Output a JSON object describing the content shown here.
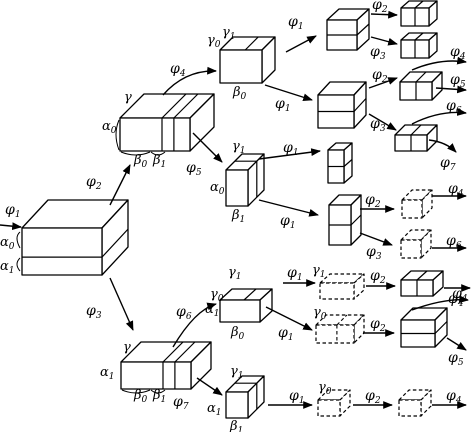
{
  "labels": {
    "phi1": "φ1",
    "phi2": "φ2",
    "phi3": "φ3",
    "phi4": "φ4",
    "phi5": "φ5",
    "phi6": "φ6",
    "phi7": "φ7",
    "gamma": "γ",
    "gamma0": "γ0",
    "gamma1": "γ1",
    "alpha0": "α0",
    "alpha1": "α1",
    "beta0": "β0",
    "beta1": "β1"
  },
  "colors": {
    "stroke": "#000000",
    "background": "#ffffff"
  }
}
